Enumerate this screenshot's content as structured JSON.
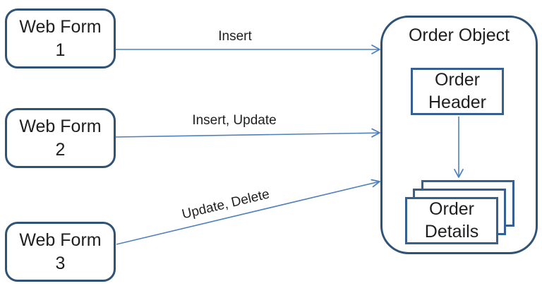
{
  "colors": {
    "node_border": "#2F5377",
    "inner_box_border": "#366092",
    "connector": "#4F81BD",
    "text": "#1F1F1F",
    "background": "#FFFFFF"
  },
  "nodes": {
    "web_form_1": {
      "title": "Web Form",
      "number": "1"
    },
    "web_form_2": {
      "title": "Web Form",
      "number": "2"
    },
    "web_form_3": {
      "title": "Web Form",
      "number": "3"
    },
    "order_object": {
      "title": "Order Object"
    },
    "order_header": {
      "line1": "Order",
      "line2": "Header"
    },
    "order_details": {
      "line1": "Order",
      "line2": "Details"
    }
  },
  "connectors": {
    "form1_to_order": {
      "label": "Insert"
    },
    "form2_to_order": {
      "label": "Insert, Update"
    },
    "form3_to_order": {
      "label": "Update, Delete"
    },
    "header_to_details": {
      "label": ""
    }
  }
}
